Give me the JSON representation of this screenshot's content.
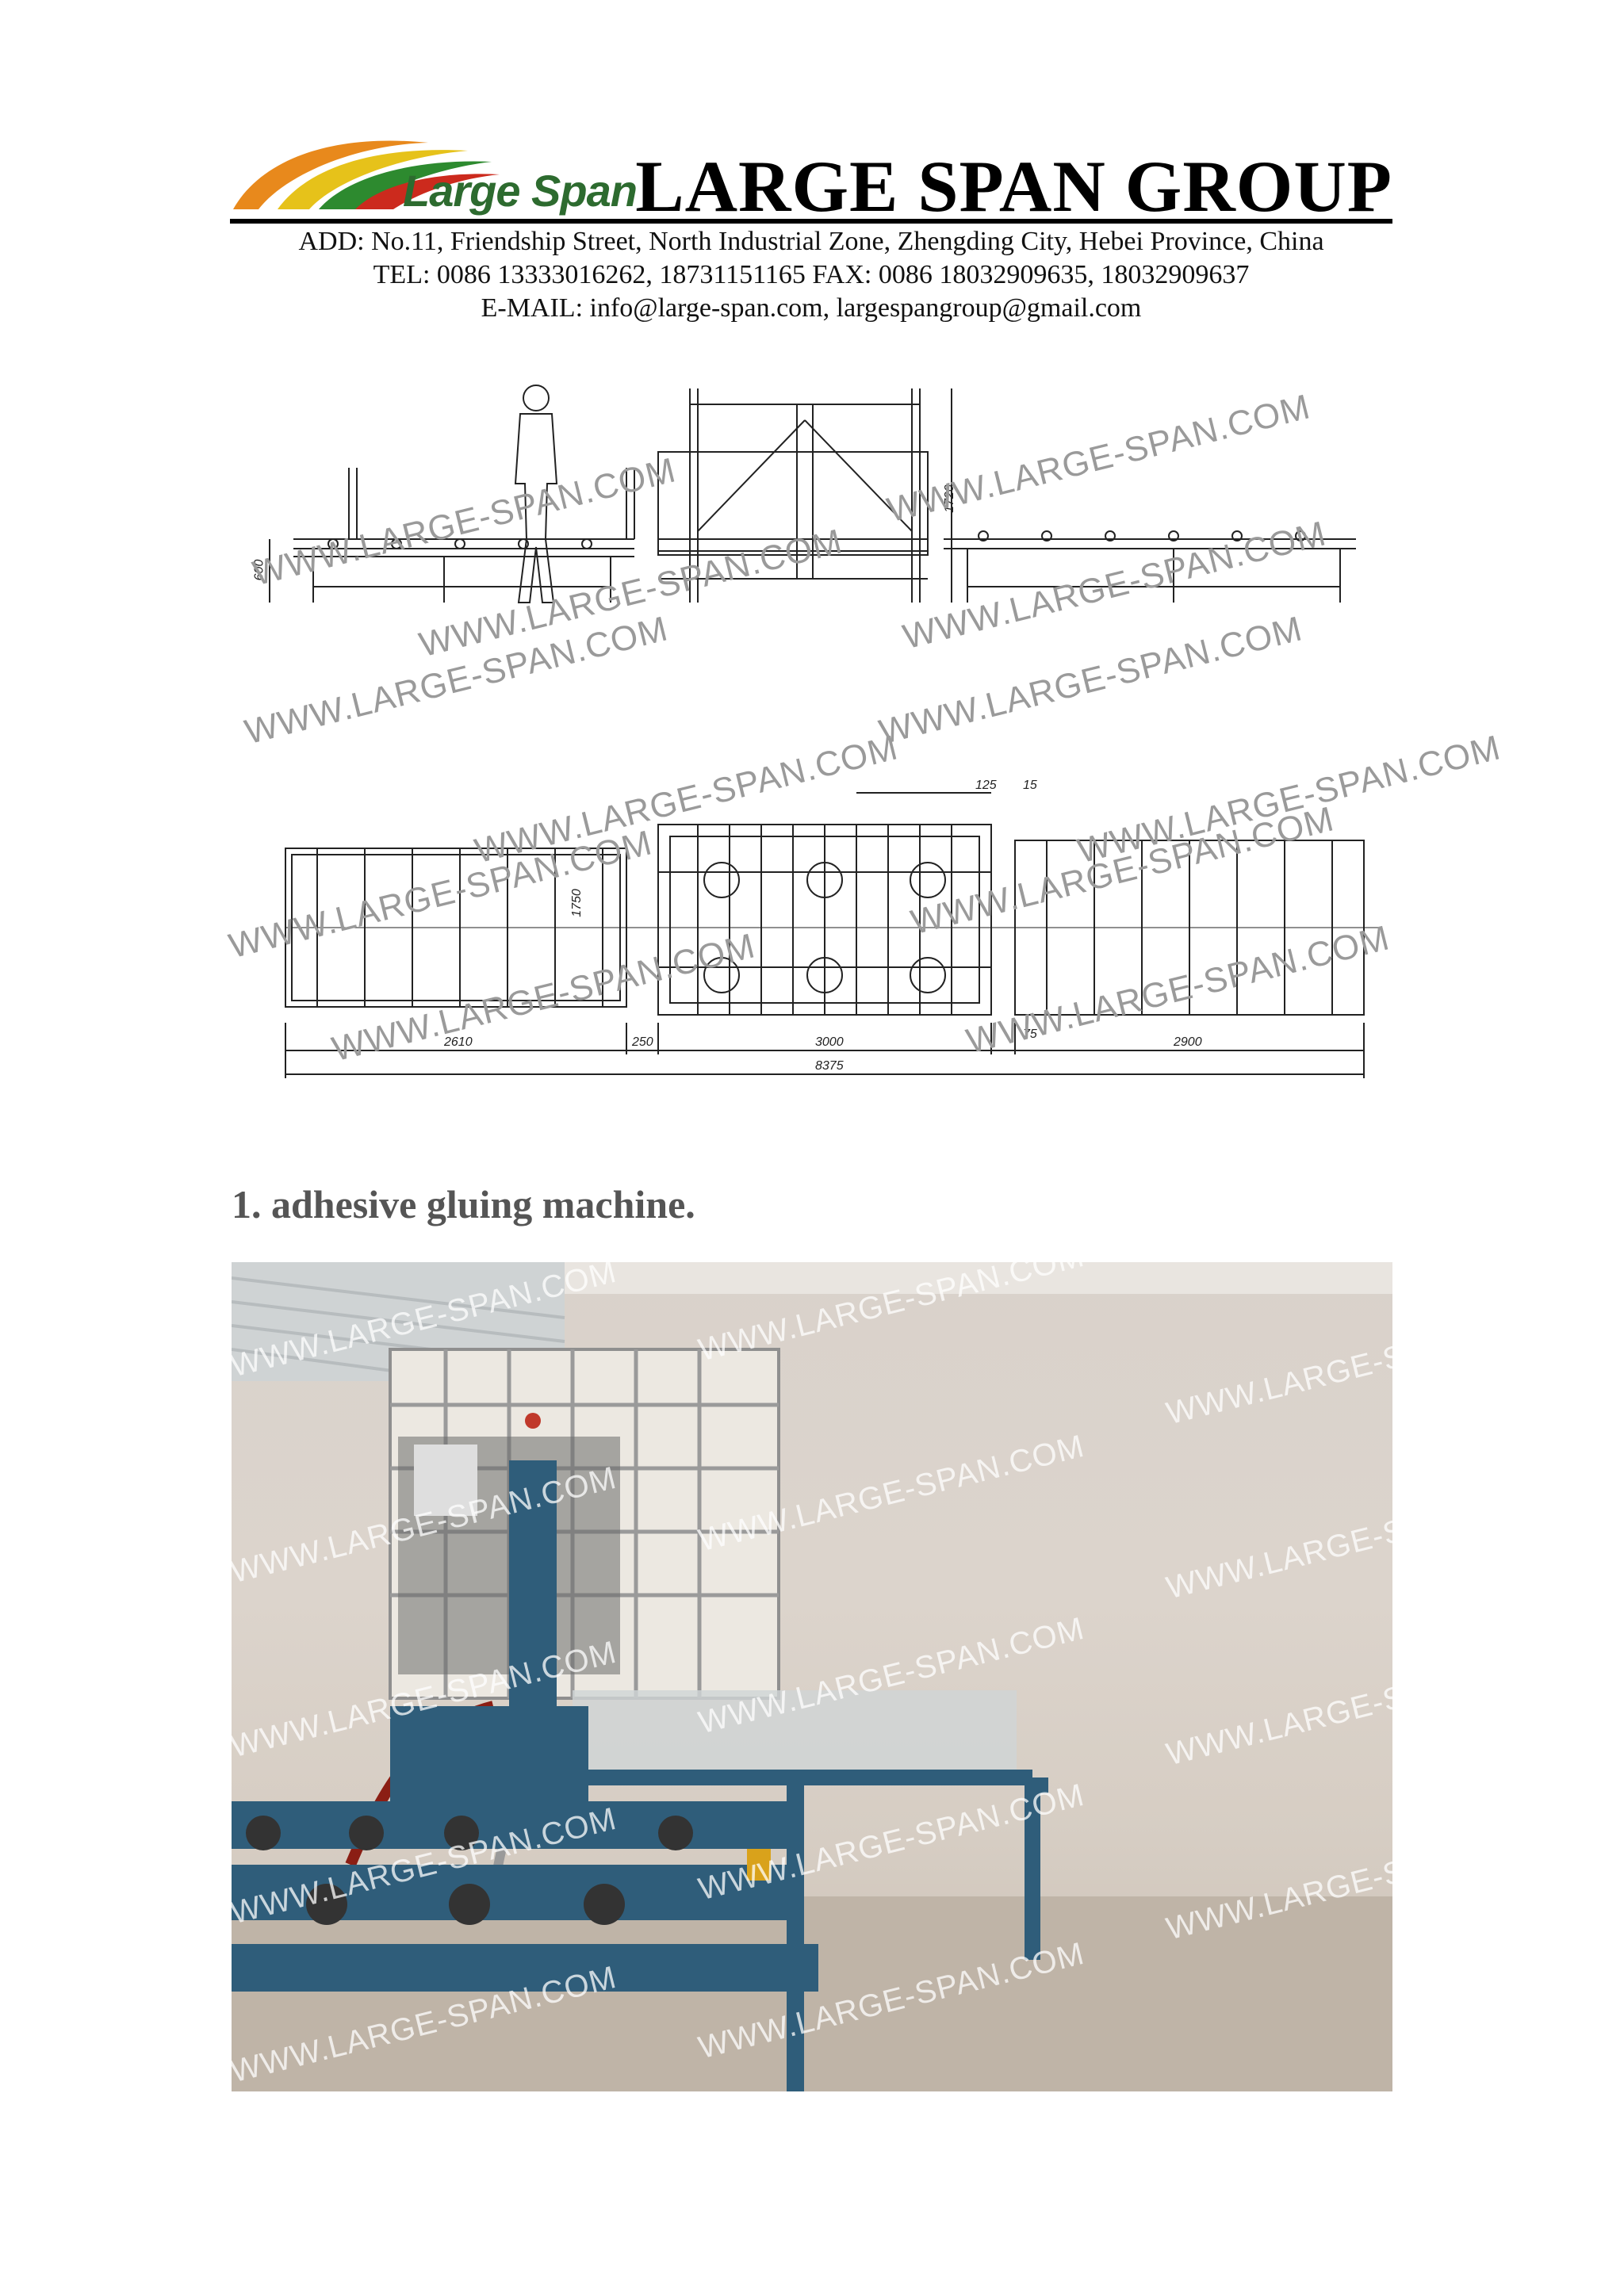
{
  "header": {
    "logo_text": "Large Span",
    "company": "LARGE SPAN GROUP",
    "address": "ADD: No.11, Friendship Street, North Industrial Zone, Zhengding City, Hebei Province, China",
    "phone": "TEL: 0086 13333016262, 18731151165 FAX: 0086 18032909635, 18032909637",
    "email": "E-MAIL: info@large-span.com, largespangroup@gmail.com"
  },
  "watermark": "WWW.LARGE-SPAN.COM",
  "drawing_side": {
    "dims": [
      "1720",
      "600"
    ]
  },
  "drawing_top": {
    "dims": [
      "2610",
      "250",
      "3000",
      "75",
      "2900",
      "8375",
      "1750",
      "125",
      "15"
    ]
  },
  "section": {
    "heading": "1. adhesive gluing machine."
  },
  "photo": {
    "watermark_partial": "WWW.LARGE-SP"
  },
  "colors": {
    "logo_green": "#2d6b2f",
    "logo_orange": "#e8891c",
    "logo_yellow": "#e6c21a",
    "logo_red": "#cc2a1d",
    "machine_blue": "#2f5d7a"
  }
}
